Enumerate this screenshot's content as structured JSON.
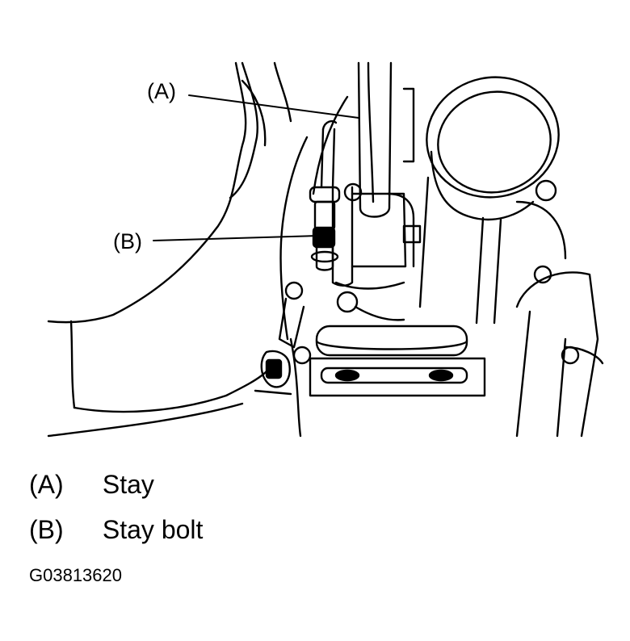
{
  "callouts": [
    {
      "key": "(A)"
    },
    {
      "key": "(B)"
    }
  ],
  "legend": [
    {
      "key": "(A)",
      "label": "Stay"
    },
    {
      "key": "(B)",
      "label": "Stay bolt"
    }
  ],
  "figure_id": "G03813620",
  "colors": {
    "line": "#000000",
    "background": "#ffffff"
  }
}
